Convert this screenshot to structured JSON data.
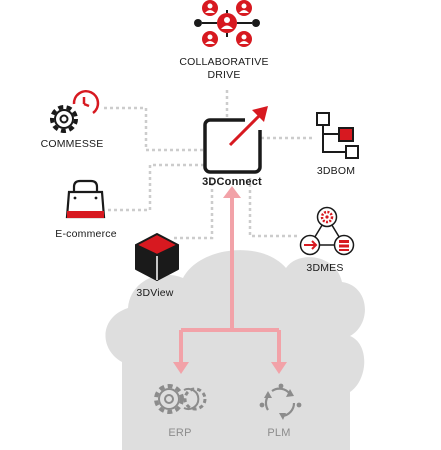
{
  "diagram": {
    "hub": {
      "label": "3DConnect",
      "icon": "external-link-box-icon"
    },
    "nodes": [
      {
        "id": "collab",
        "label_lines": [
          "COLLABORATIVE",
          "DRIVE"
        ],
        "icon": "people-network-icon"
      },
      {
        "id": "commesse",
        "label": "COMMESSE",
        "icon": "gear-clock-icon"
      },
      {
        "id": "ecommerce",
        "label": "E-commerce",
        "icon": "shopping-bag-icon"
      },
      {
        "id": "view",
        "label": "3DView",
        "icon": "cube-icon"
      },
      {
        "id": "bom",
        "label": "3DBOM",
        "icon": "hierarchy-tree-icon"
      },
      {
        "id": "mes",
        "label": "3DMES",
        "icon": "production-cycle-icon"
      }
    ],
    "cloud": {
      "items": [
        {
          "id": "erp",
          "label": "ERP",
          "icon": "gears-icon"
        },
        {
          "id": "plm",
          "label": "PLM",
          "icon": "cycle-arrows-icon"
        }
      ]
    },
    "colors": {
      "accent": "#d71920",
      "connector": "#f2a2a8",
      "dotted": "#cccccc",
      "cloud": "#dedede",
      "cloud_text": "#8c8c8c",
      "icon_dark": "#1a1a1a"
    }
  }
}
